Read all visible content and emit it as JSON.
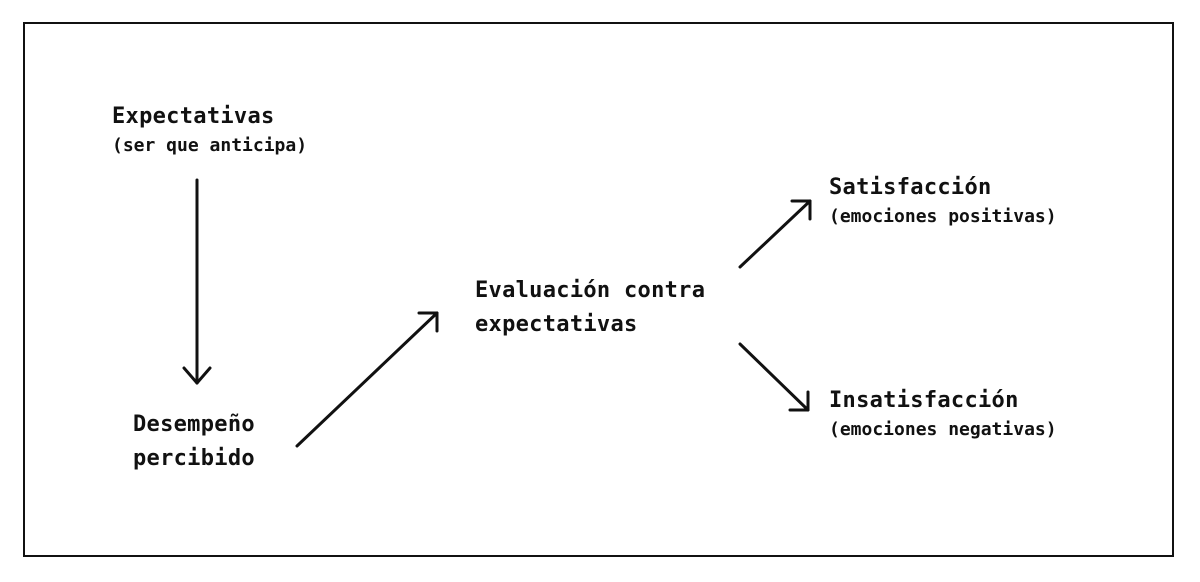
{
  "diagram": {
    "nodes": {
      "expectativas": {
        "title": "Expectativas",
        "subtitle": "(ser que anticipa)"
      },
      "desempeno": {
        "line1": "Desempeño",
        "line2": "percibido"
      },
      "evaluacion": {
        "line1": "Evaluación contra",
        "line2": "expectativas"
      },
      "satisfaccion": {
        "title": "Satisfacción",
        "subtitle": "(emociones positivas)"
      },
      "insatisfaccion": {
        "title": "Insatisfacción",
        "subtitle": "(emociones negativas)"
      }
    },
    "edges": [
      {
        "from": "expectativas",
        "to": "desempeno"
      },
      {
        "from": "desempeno",
        "to": "evaluacion"
      },
      {
        "from": "evaluacion",
        "to": "satisfaccion"
      },
      {
        "from": "evaluacion",
        "to": "insatisfaccion"
      }
    ],
    "colors": {
      "stroke": "#111111",
      "background": "#ffffff"
    }
  }
}
